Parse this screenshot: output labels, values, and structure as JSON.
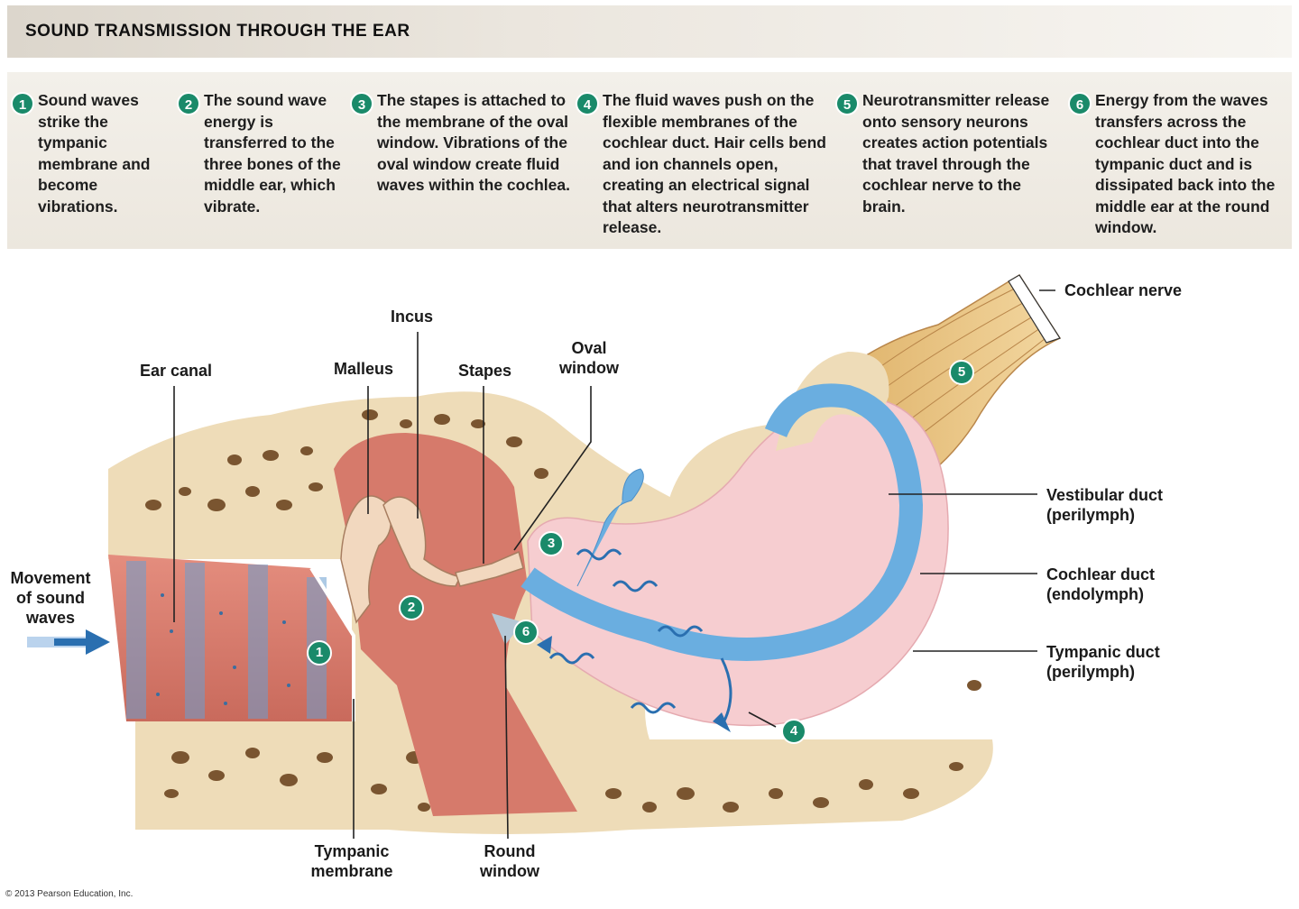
{
  "title": "SOUND TRANSMISSION THROUGH THE EAR",
  "steps": [
    {
      "num": "1",
      "text": "Sound waves strike the tympanic membrane and become vibrations."
    },
    {
      "num": "2",
      "text": "The sound wave energy is transferred to the three bones of the middle ear, which vibrate."
    },
    {
      "num": "3",
      "text": "The stapes is attached to the membrane of the oval window. Vibrations of the oval window create fluid waves within the cochlea."
    },
    {
      "num": "4",
      "text": "The fluid waves push on the flexible membranes of the cochlear duct. Hair cells bend and ion channels open, creating an electrical signal that alters neurotransmitter release."
    },
    {
      "num": "5",
      "text": "Neurotransmitter release onto sensory neurons creates action potentials that travel through the cochlear nerve to the brain."
    },
    {
      "num": "6",
      "text": "Energy from the waves transfers across the cochlear duct into the tympanic duct and is dissipated back into the middle ear at the round window."
    }
  ],
  "labels": {
    "ear_canal": "Ear canal",
    "malleus": "Malleus",
    "incus": "Incus",
    "stapes": "Stapes",
    "oval_window_1": "Oval",
    "oval_window_2": "window",
    "cochlear_nerve": "Cochlear nerve",
    "vestibular_duct_1": "Vestibular duct",
    "vestibular_duct_2": "(perilymph)",
    "cochlear_duct_1": "Cochlear duct",
    "cochlear_duct_2": "(endolymph)",
    "tympanic_duct_1": "Tympanic duct",
    "tympanic_duct_2": "(perilymph)",
    "movement_1": "Movement",
    "movement_2": "of sound",
    "movement_3": "waves",
    "tympanic_membrane_1": "Tympanic",
    "tympanic_membrane_2": "membrane",
    "round_window_1": "Round",
    "round_window_2": "window"
  },
  "markers": [
    "1",
    "2",
    "3",
    "4",
    "5",
    "6"
  ],
  "copyright": "© 2013 Pearson Education, Inc.",
  "colors": {
    "step_marker": "#1a8a6a",
    "bone": "#e8d6b0",
    "canal": "#d9786a",
    "perilymph": "#f6cdd0",
    "endolymph": "#6aaee0",
    "arrow": "#2a6fb0"
  }
}
